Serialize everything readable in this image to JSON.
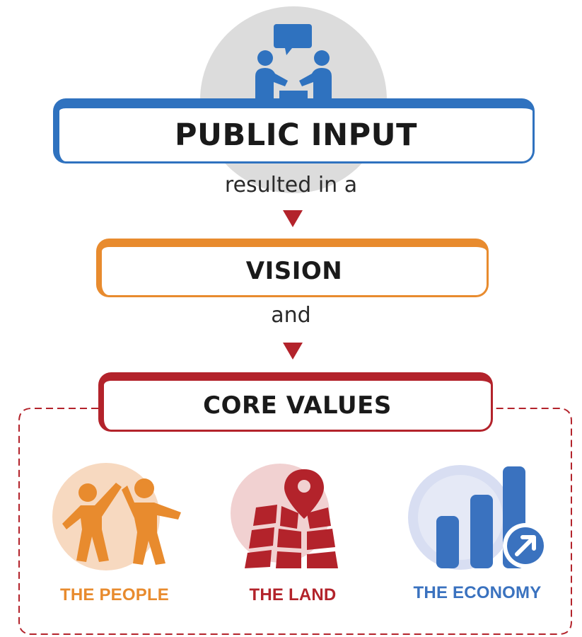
{
  "header": {
    "title": "PUBLIC INPUT"
  },
  "connector1": "resulted in a",
  "vision": {
    "label": "VISION"
  },
  "connector2": "and",
  "core": {
    "label": "CORE VALUES"
  },
  "values": [
    {
      "label": "THE PEOPLE",
      "color": "#e88b2e",
      "icon": "people-icon"
    },
    {
      "label": "THE LAND",
      "color": "#b3232b",
      "icon": "map-pin-icon"
    },
    {
      "label": "THE ECONOMY",
      "color": "#3a72bf",
      "icon": "bar-chart-icon"
    }
  ],
  "colors": {
    "blue": "#2f72bf",
    "orange": "#e88b2e",
    "red": "#b3232b",
    "grey": "#dcdcdc"
  }
}
